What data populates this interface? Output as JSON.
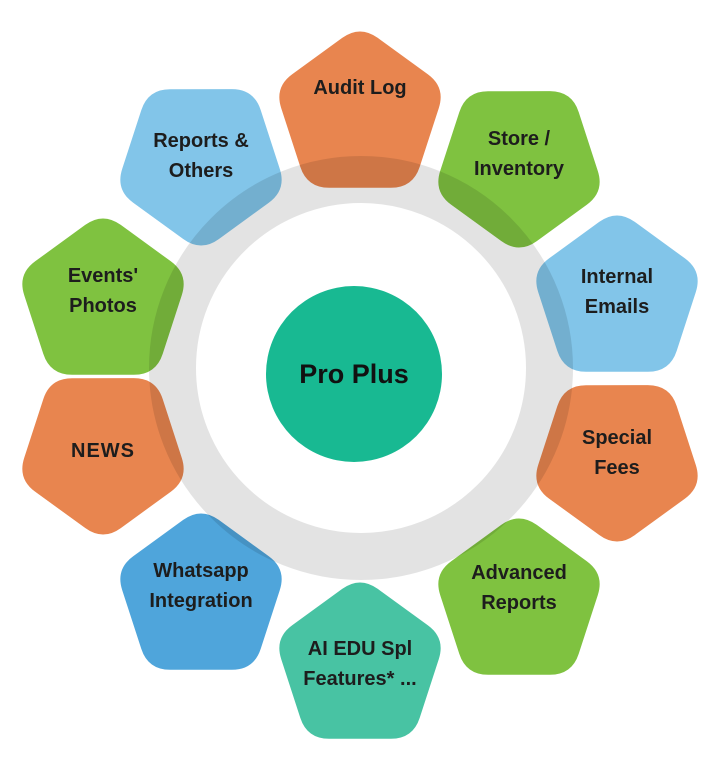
{
  "diagram": {
    "center": {
      "label": "Pro Plus",
      "color": "#18B992"
    },
    "ring": {
      "overlay_color": "rgba(0,0,0,0.11)"
    },
    "palette": {
      "orange": "#E8854F",
      "green": "#7FC240",
      "light_blue": "#82C5E9",
      "blue": "#4FA5DB",
      "teal": "#48C3A3",
      "text": "#1D1D1D"
    },
    "nodes": [
      {
        "label": "Audit Log",
        "color": "#E8854F"
      },
      {
        "label": "Store /\nInventory",
        "color": "#7FC240"
      },
      {
        "label": "Internal\nEmails",
        "color": "#82C5E9"
      },
      {
        "label": "Special\nFees",
        "color": "#E8854F"
      },
      {
        "label": "Advanced\nReports",
        "color": "#7FC240"
      },
      {
        "label": "AI EDU Spl\nFeatures* ...",
        "color": "#48C3A3"
      },
      {
        "label": "Whatsapp\nIntegration",
        "color": "#4FA5DB"
      },
      {
        "label": "NEWS",
        "color": "#E8854F"
      },
      {
        "label": "Events'\nPhotos",
        "color": "#7FC240"
      },
      {
        "label": "Reports &\nOthers",
        "color": "#82C5E9"
      }
    ]
  }
}
